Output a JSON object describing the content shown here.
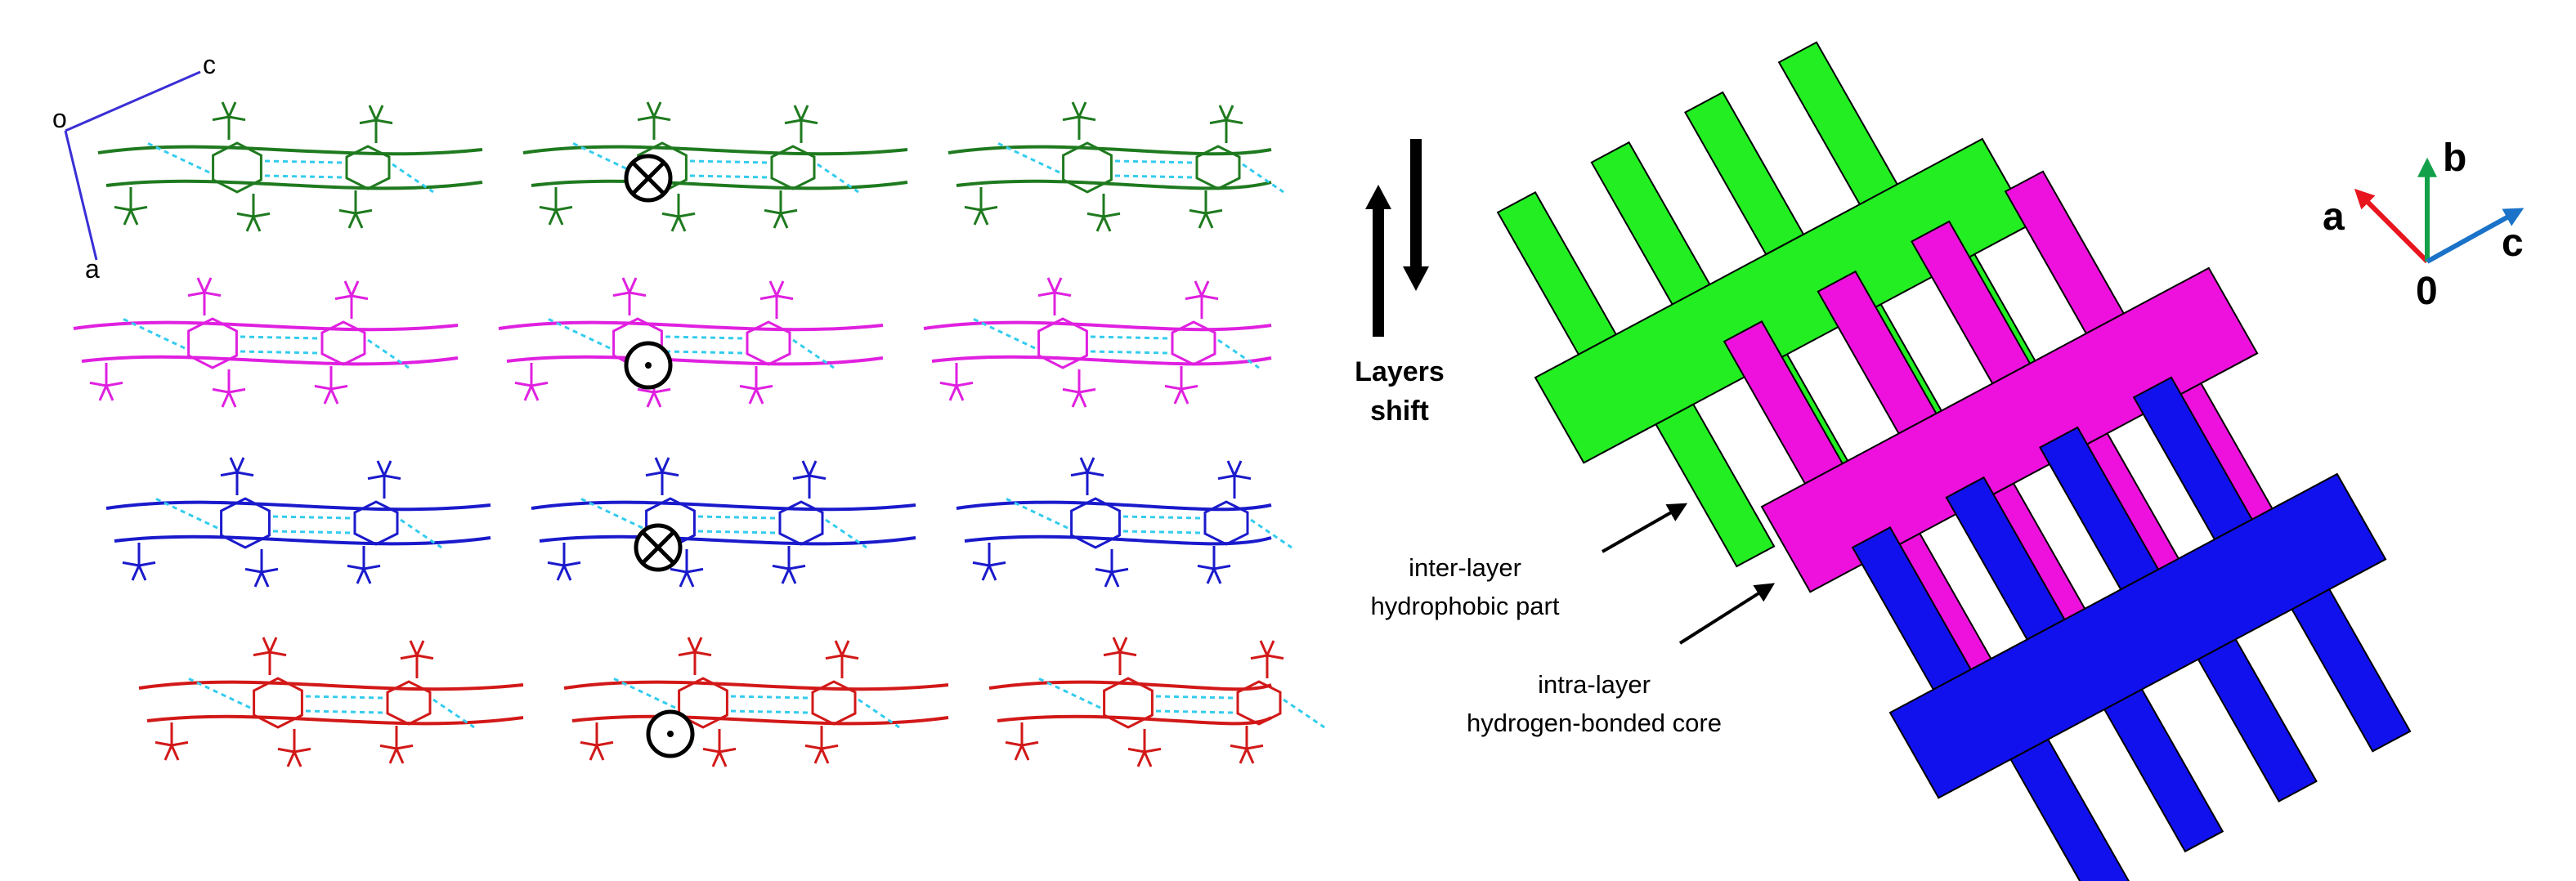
{
  "left_panel": {
    "axes": {
      "origin": "o",
      "a": "a",
      "c": "c",
      "color": "#3a2fd6"
    },
    "layer_colors": [
      "#1f7a1f",
      "#e020e0",
      "#1a1acc",
      "#d21818"
    ],
    "hbond_color": "#33ccee",
    "layer_direction_symbols": [
      "into-page-icon",
      "out-of-page-icon",
      "into-page-icon",
      "out-of-page-icon"
    ]
  },
  "shift_label": {
    "line1": "Layers",
    "line2": "shift"
  },
  "right_panel": {
    "layer_colors": [
      "#22ee22",
      "#ee11dd",
      "#1111ee"
    ],
    "annotations": {
      "inter_line1": "inter-layer",
      "inter_line2": "hydrophobic part",
      "intra_line1": "intra-layer",
      "intra_line2": "hydrogen-bonded core"
    },
    "axis_labels": {
      "a": "a",
      "b": "b",
      "c": "c",
      "origin": "0"
    },
    "axis_colors": {
      "a": "#e8141e",
      "b": "#13a04a",
      "c": "#1a73c8"
    }
  }
}
